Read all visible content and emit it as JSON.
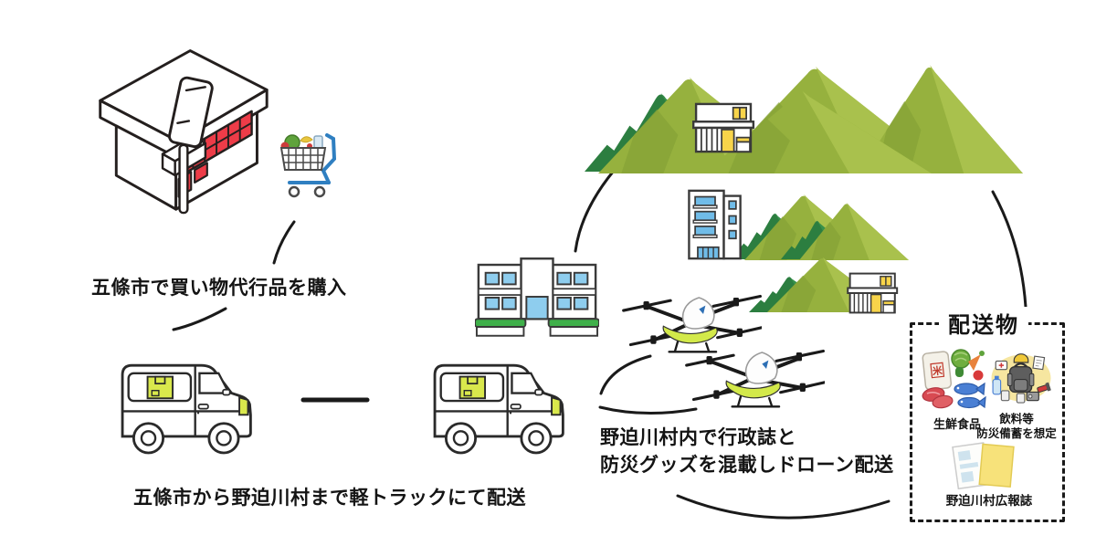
{
  "diagram": {
    "steps": {
      "purchase": {
        "label": "五條市で買い物代行品を購入"
      },
      "truck": {
        "label": "五條市から野迫川村まで軽トラックにて配送"
      },
      "drone": {
        "line1": "野迫川村内で行政誌と",
        "line2": "防災グッズを混載しドローン配送"
      }
    },
    "delivery_box": {
      "title": "配送物",
      "fresh_food_label": "生鮮食品",
      "drinks_label_line1": "飲料等",
      "drinks_label_line2": "防災備蓄を想定",
      "newsletter_label": "野迫川村広報誌",
      "rice_bag_char": "米"
    },
    "icons": [
      "store-icon",
      "shopping-cart-icon",
      "delivery-van-icon",
      "drone-icon",
      "mountain-icon",
      "school-building-icon",
      "apartment-building-icon",
      "village-shop-icon",
      "fresh-food-icon",
      "disaster-kit-icon",
      "newsletter-icon"
    ],
    "colors": {
      "outline": "#1a1a1a",
      "store_red": "#ed3c48",
      "cart_blue": "#2f7fc1",
      "cargo_green": "#d9e84c",
      "mountain_light": "#96b13e",
      "mountain_dark": "#2c7e40",
      "window_blue": "#8ecdee",
      "hedge_green": "#3fb04a",
      "shop_yellow": "#f8d44a",
      "kit_bg_yellow": "#f6e6a0",
      "paper_yellow": "#f7e27a"
    }
  }
}
